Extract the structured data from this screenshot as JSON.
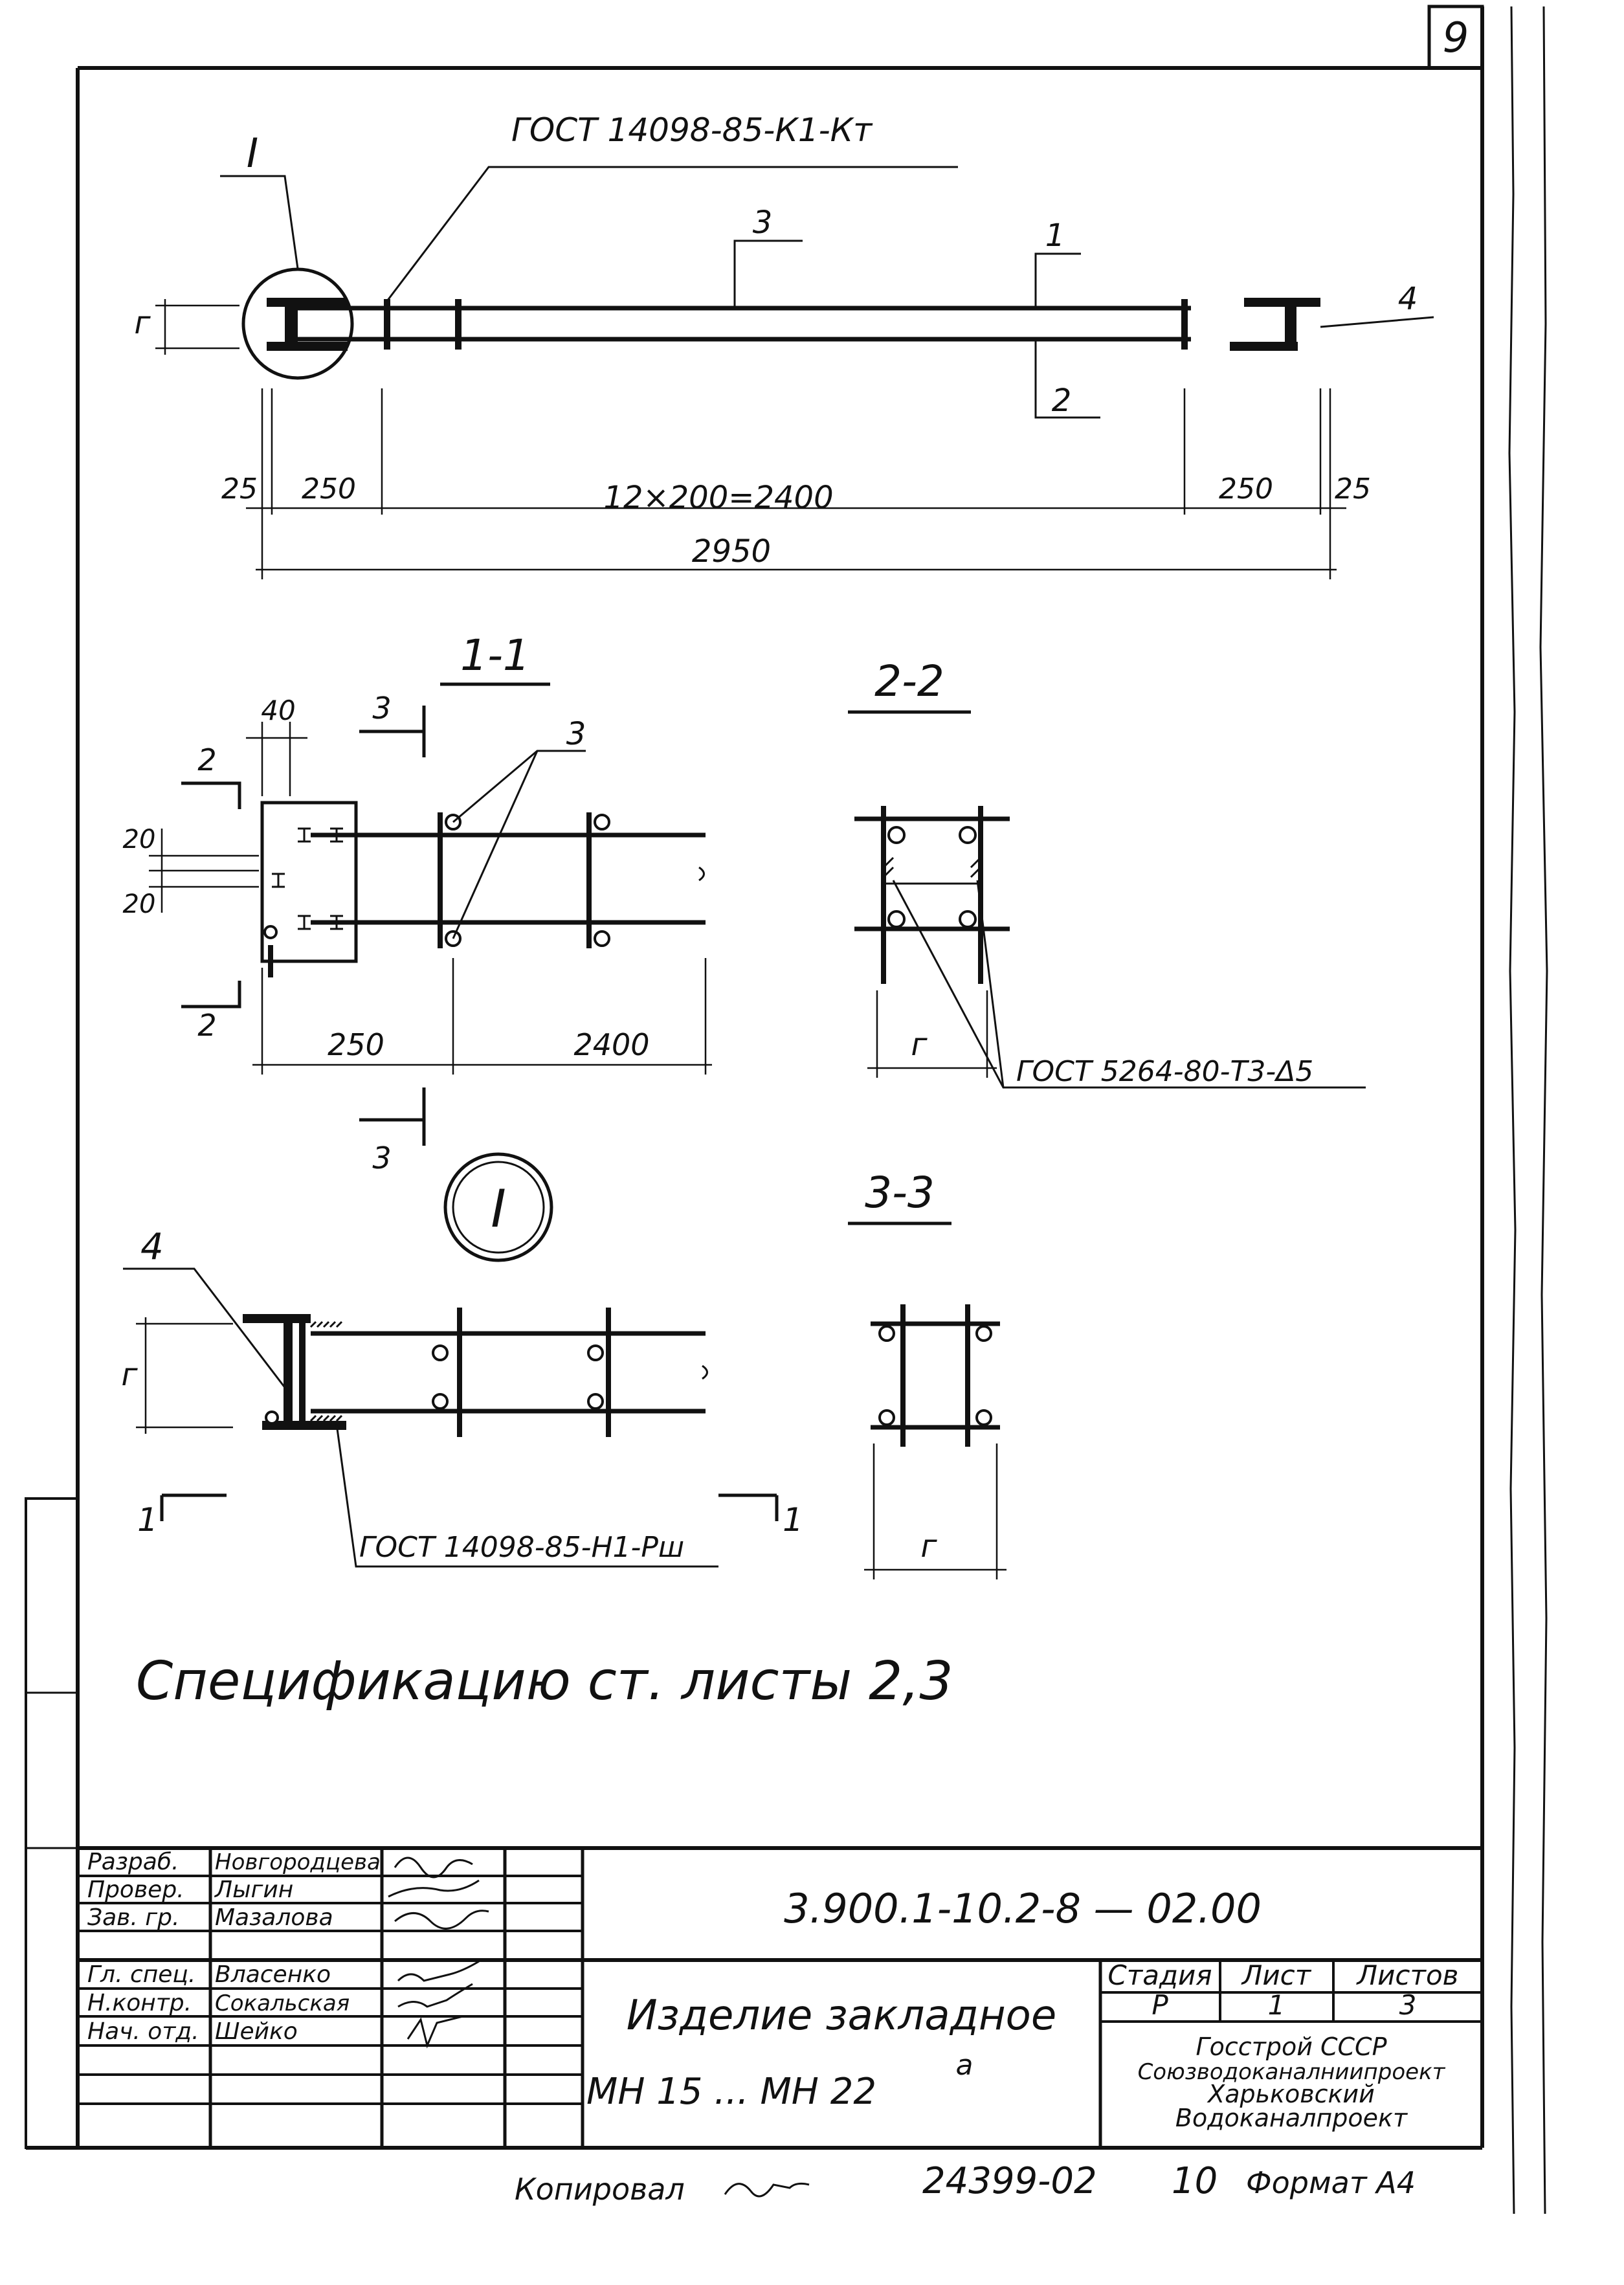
{
  "sheet": {
    "number": "9"
  },
  "main_view": {
    "weld_top": "ГОСТ 14098-85-К1-Кт",
    "node_label": "I",
    "pos_labels": [
      "3",
      "1",
      "2",
      "4"
    ],
    "height_label": "г",
    "dims": [
      "25",
      "250",
      "12×200=2400",
      "250",
      "25"
    ],
    "total": "2950"
  },
  "section_1_1": {
    "title": "1-1",
    "cut2": "2",
    "cut3": "3",
    "dim_40": "40",
    "dim_20a": "20",
    "dim_20b": "20",
    "pos3": "3",
    "dim_250": "250",
    "dim_2400": "2400"
  },
  "section_2_2": {
    "title": "2-2",
    "height_label": "г",
    "weld": "ГОСТ 5264-80-Т3-Δ5"
  },
  "node_I": {
    "label": "I",
    "pos4": "4",
    "height_label": "г",
    "weld": "ГОСТ 14098-85-Н1-Рш",
    "cut_left": "1",
    "cut_right": "1"
  },
  "section_3_3": {
    "title": "3-3",
    "height_label": "г"
  },
  "note": "Спецификацию ст. листы 2,3",
  "title_block": {
    "roles": [
      "Разраб.",
      "Провер.",
      "Зав. гр.",
      "Гл. спец.",
      "Н.контр.",
      "Нач. отд."
    ],
    "names": [
      "Новгородцева",
      "Лыгин",
      "Мазалова",
      "Власенко",
      "Сокальская",
      "Шейко"
    ],
    "code": "3.900.1-10.2-8 — 02.00",
    "product_name": "Изделие закладное",
    "product_range": "МН 15 ... МН 22",
    "revision_mark": "а",
    "stage_header": "Стадия",
    "sheet_header": "Лист",
    "sheets_header": "Листов",
    "stage": "Р",
    "sheet": "1",
    "sheets": "3",
    "org": [
      "Госстрой СССР",
      "Союзводоканалниипроект",
      "Харьковский",
      "Водоканалпроект"
    ]
  },
  "footer": {
    "copied": "Копировал",
    "inventory": "24399-02",
    "page": "10",
    "format": "Формат А4"
  }
}
